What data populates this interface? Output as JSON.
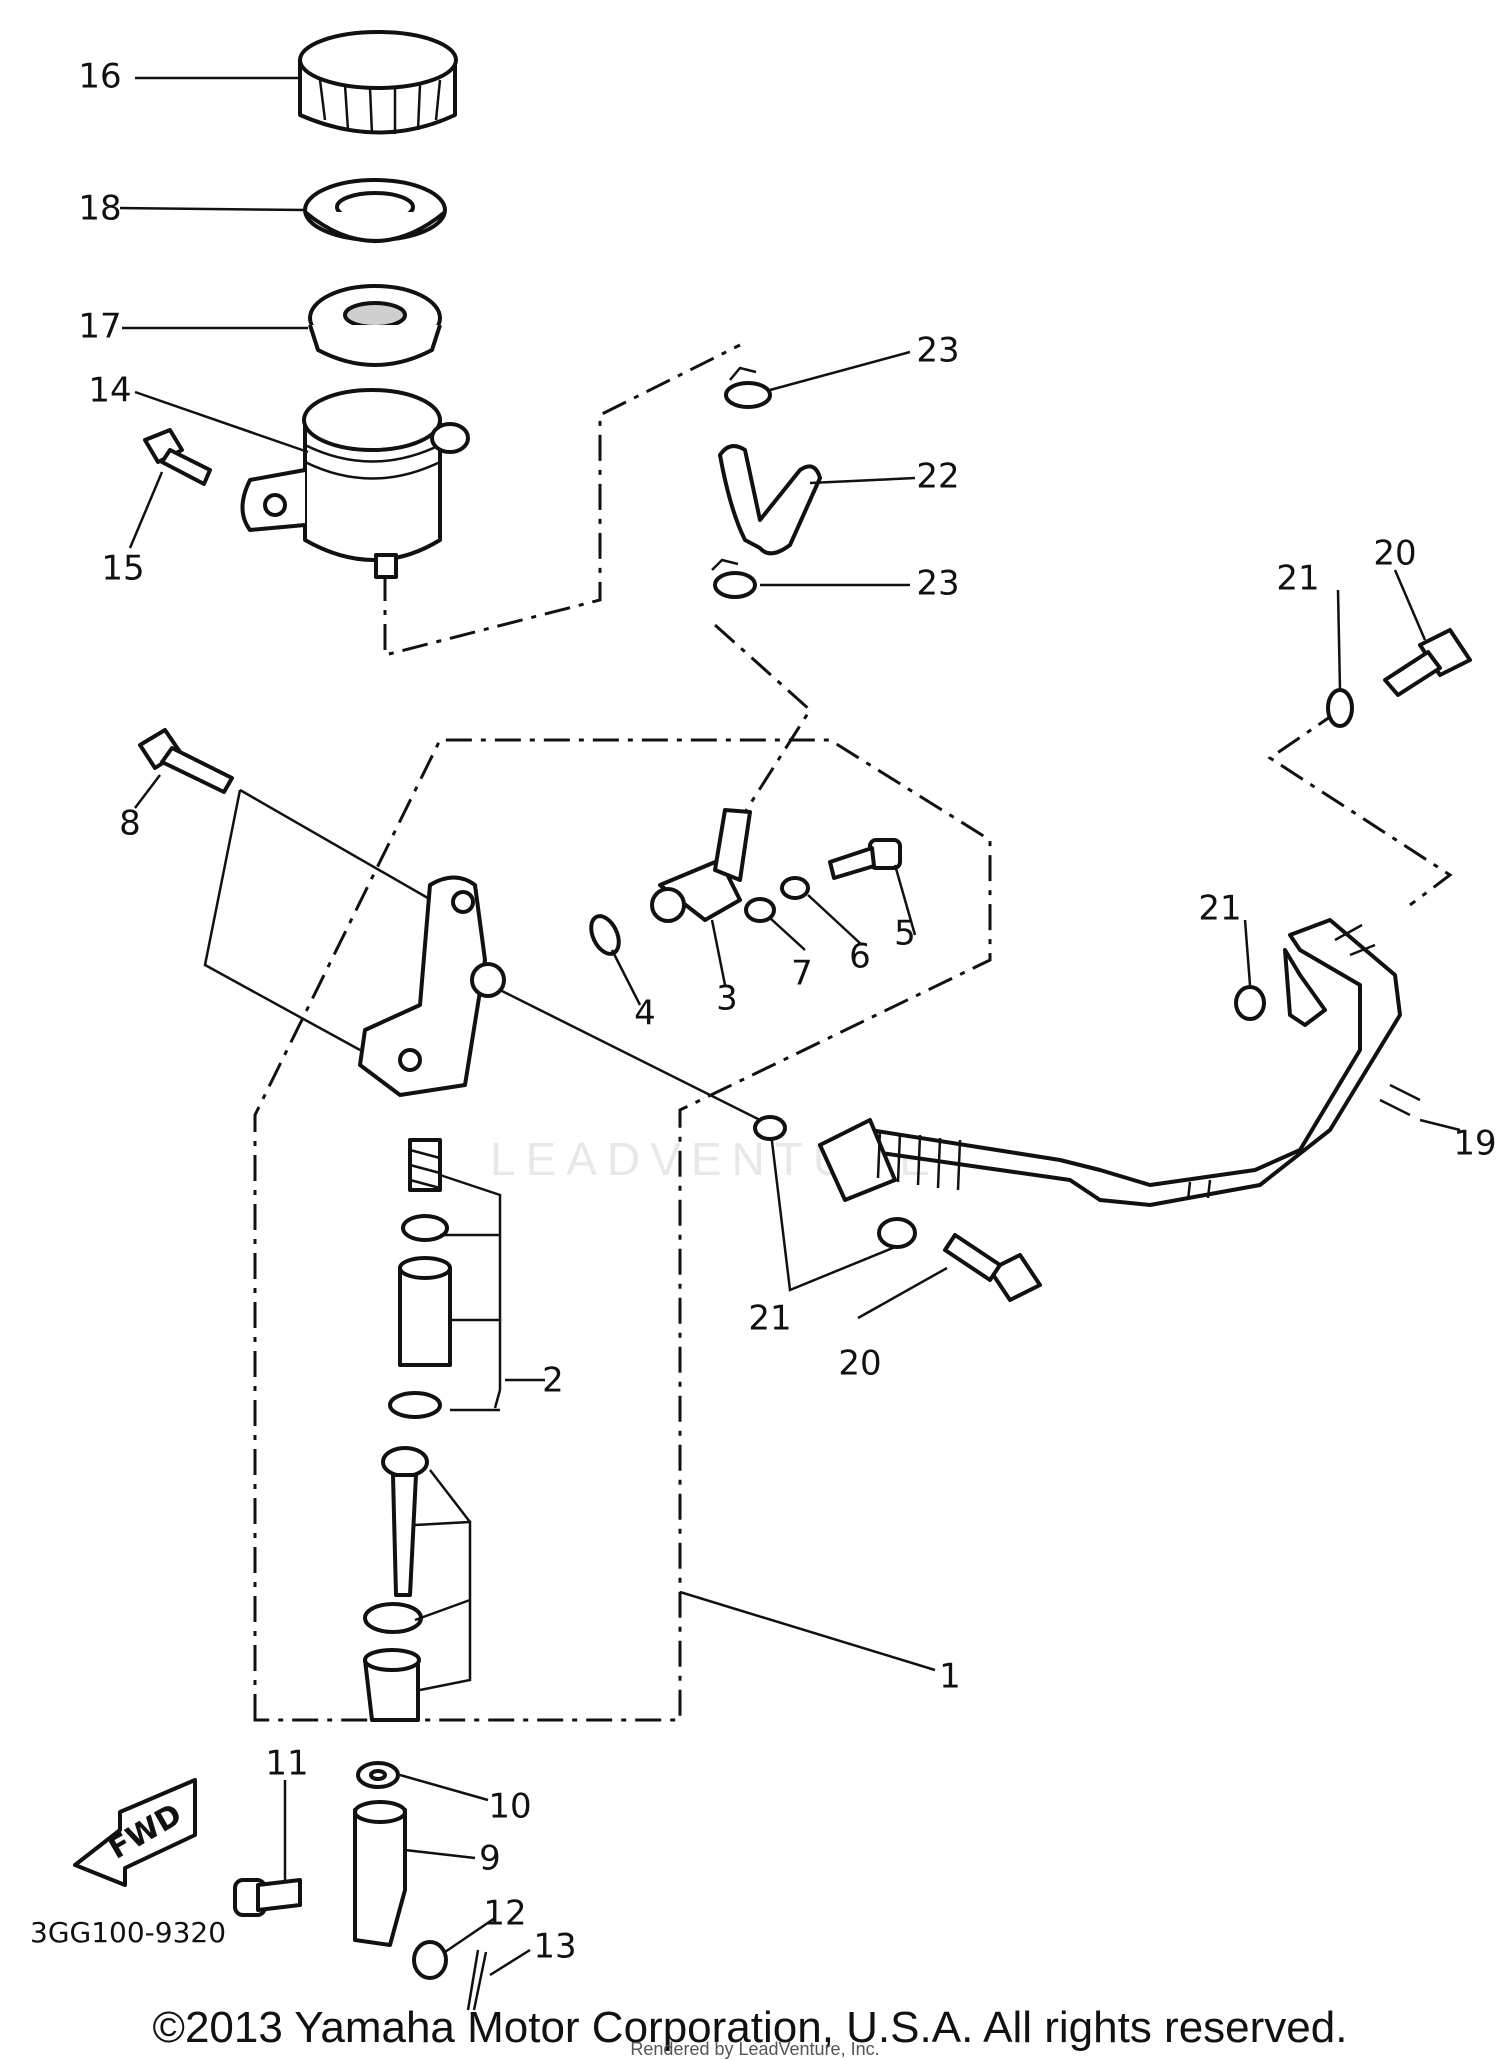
{
  "diagram": {
    "part_labels": [
      "1",
      "2",
      "3",
      "4",
      "5",
      "6",
      "7",
      "8",
      "9",
      "10",
      "11",
      "12",
      "13",
      "14",
      "15",
      "16",
      "17",
      "18",
      "19",
      "20",
      "20",
      "21",
      "21",
      "21",
      "22",
      "23",
      "23"
    ],
    "fwd_arrow_text": "FWD",
    "diagram_code": "3GG100-9320",
    "watermark": "LEADVENTURE",
    "copyright": "©2013 Yamaha Motor Corporation, U.S.A. All rights reserved.",
    "rendered_by": "Rendered by LeadVenture, Inc."
  }
}
